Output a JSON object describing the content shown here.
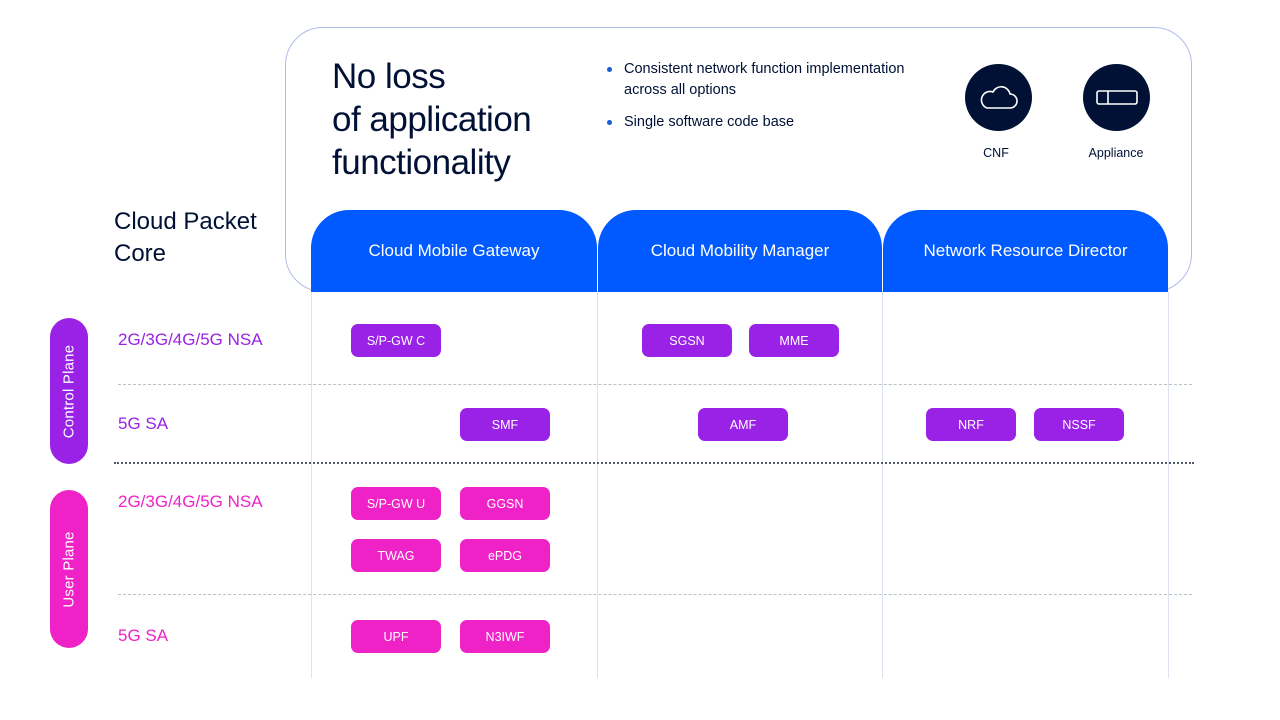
{
  "hero": {
    "title_lines": [
      "No loss",
      "of application",
      "functionality"
    ],
    "bullets": [
      "Consistent network function implementation across all options",
      "Single software code base"
    ],
    "deployment": [
      {
        "label": "CNF",
        "icon": "cloud-icon"
      },
      {
        "label": "Appliance",
        "icon": "server-appliance-icon"
      }
    ]
  },
  "section_title": "Cloud Packet Core",
  "products": [
    {
      "name": "Cloud Mobile Gateway"
    },
    {
      "name": "Cloud Mobility Manager"
    },
    {
      "name": "Network Resource Director"
    }
  ],
  "planes": {
    "control": "Control Plane",
    "user": "User Plane"
  },
  "rows": {
    "cp_legacy": "2G/3G/4G/5G NSA",
    "cp_sa": "5G SA",
    "up_legacy": "2G/3G/4G/5G NSA",
    "up_sa": "5G SA"
  },
  "functions": {
    "spgw_c": "S/P-GW C",
    "sgsn": "SGSN",
    "mme": "MME",
    "smf": "SMF",
    "amf": "AMF",
    "nrf": "NRF",
    "nssf": "NSSF",
    "spgw_u": "S/P-GW U",
    "ggsn": "GGSN",
    "twag": "TWAG",
    "epdg": "ePDG",
    "upf": "UPF",
    "n3iwf": "N3IWF"
  },
  "colors": {
    "navy": "#001135",
    "product_blue": "#005aff",
    "control_purple": "#9a22e6",
    "user_magenta": "#ee22c6"
  }
}
